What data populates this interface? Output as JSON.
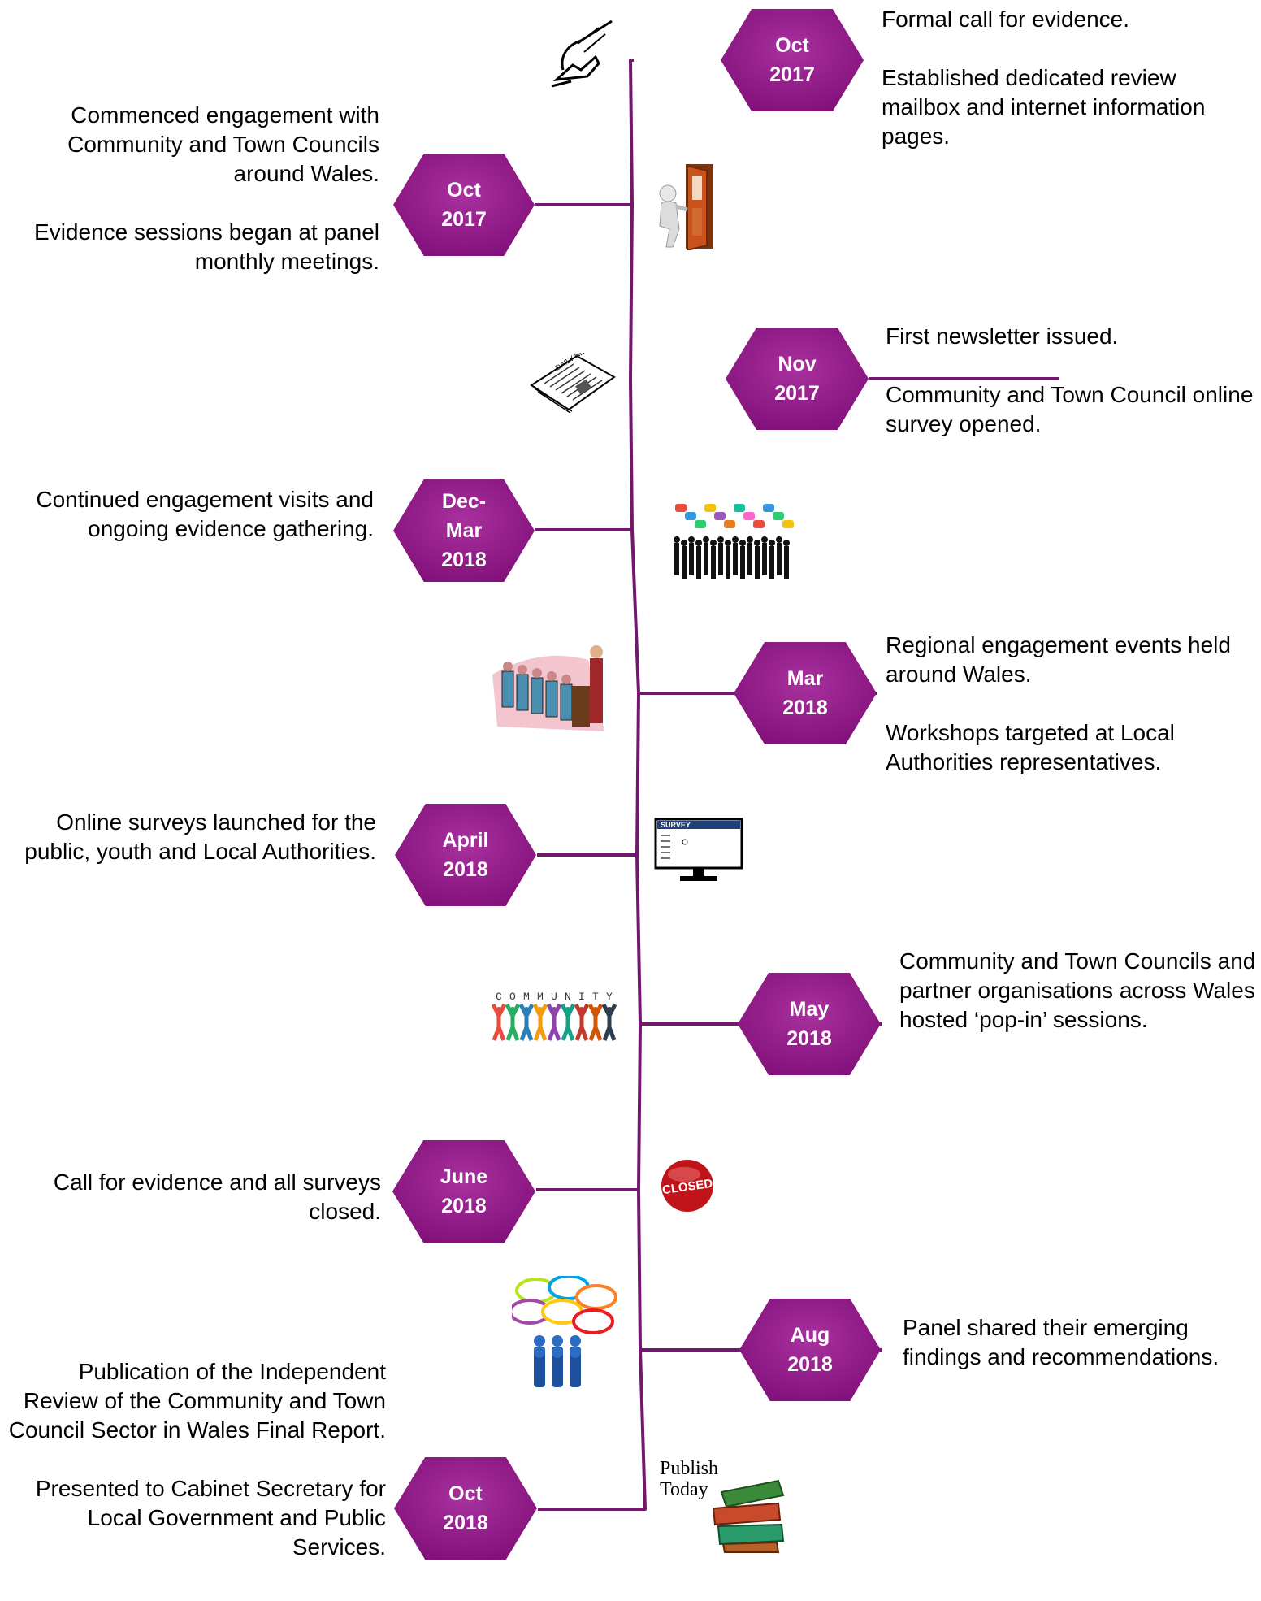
{
  "colors": {
    "timeline": "#73176e",
    "hexagon_fill": "#82107a",
    "hexagon_light": "#a8319e",
    "text": "#000000",
    "hex_text": "#ffffff"
  },
  "events": [
    {
      "date_lines": [
        "Oct",
        "2017"
      ],
      "side": "right",
      "paragraphs": [
        "Formal call for evidence.",
        "Established dedicated review mailbox and internet information pages."
      ],
      "icon": "pen-writing-icon"
    },
    {
      "date_lines": [
        "Oct",
        "2017"
      ],
      "side": "left",
      "paragraphs": [
        "Commenced engagement with Community and Town Councils around Wales.",
        "Evidence sessions began at panel monthly meetings."
      ],
      "icon": "open-door-icon"
    },
    {
      "date_lines": [
        "Nov",
        "2017"
      ],
      "side": "right",
      "paragraphs": [
        "First newsletter issued.",
        "Community and Town Council online survey opened."
      ],
      "icon": "newspaper-icon",
      "icon_text": "DAILY NEWS"
    },
    {
      "date_lines": [
        "Dec-",
        "Mar",
        "2018"
      ],
      "side": "left",
      "paragraphs": [
        "Continued engagement visits and ongoing evidence gathering."
      ],
      "icon": "people-speech-bubbles-icon"
    },
    {
      "date_lines": [
        "Mar",
        "2018"
      ],
      "side": "right",
      "paragraphs": [
        "Regional engagement events held around Wales.",
        "Workshops targeted at Local Authorities representatives."
      ],
      "icon": "audience-speaker-icon"
    },
    {
      "date_lines": [
        "April",
        "2018"
      ],
      "side": "left",
      "paragraphs": [
        "Online surveys launched for the public, youth and Local Authorities."
      ],
      "icon": "survey-monitor-icon",
      "icon_text": "SURVEY"
    },
    {
      "date_lines": [
        "May",
        "2018"
      ],
      "side": "right",
      "paragraphs": [
        "Community and Town Councils and partner organisations across Wales hosted ‘pop-in’ sessions."
      ],
      "icon": "community-people-icon",
      "icon_text": "COMMUNITY"
    },
    {
      "date_lines": [
        "June",
        "2018"
      ],
      "side": "left",
      "paragraphs": [
        "Call for evidence and all surveys closed."
      ],
      "icon": "closed-button-icon",
      "icon_text": "CLOSED"
    },
    {
      "date_lines": [
        "Aug",
        "2018"
      ],
      "side": "right",
      "paragraphs": [
        "Panel shared their emerging findings and recommendations."
      ],
      "icon": "group-speech-bubbles-icon"
    },
    {
      "date_lines": [
        "Oct",
        "2018"
      ],
      "side": "left",
      "paragraphs": [
        "Publication of the Independent Review of the Community and Town Council Sector in Wales Final Report.",
        "Presented to Cabinet Secretary for Local Government and Public Services."
      ],
      "icon": "publish-books-icon",
      "icon_text": "Publish Today"
    }
  ]
}
